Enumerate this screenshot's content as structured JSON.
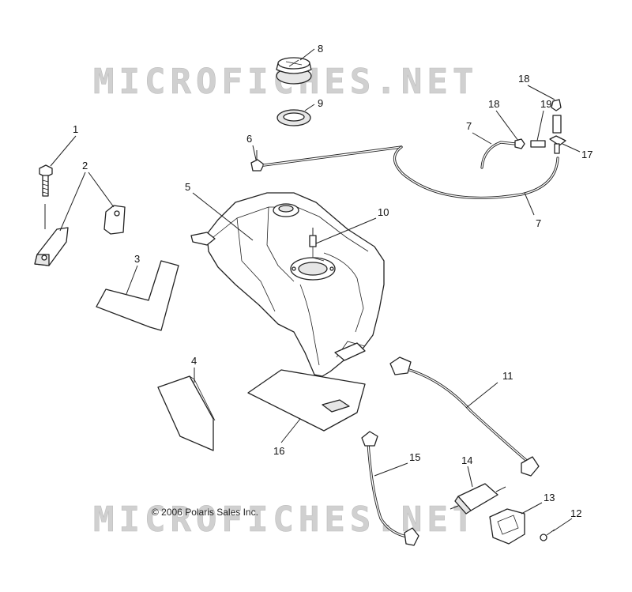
{
  "watermark": {
    "text": "MICROFICHES.NET",
    "color": "#c9c9c9"
  },
  "copyright": "© 2006 Polaris Sales Inc.",
  "callouts": [
    "1",
    "2",
    "3",
    "4",
    "5",
    "6",
    "7",
    "7",
    "8",
    "9",
    "10",
    "11",
    "12",
    "13",
    "14",
    "15",
    "16",
    "17",
    "18",
    "18",
    "19"
  ]
}
